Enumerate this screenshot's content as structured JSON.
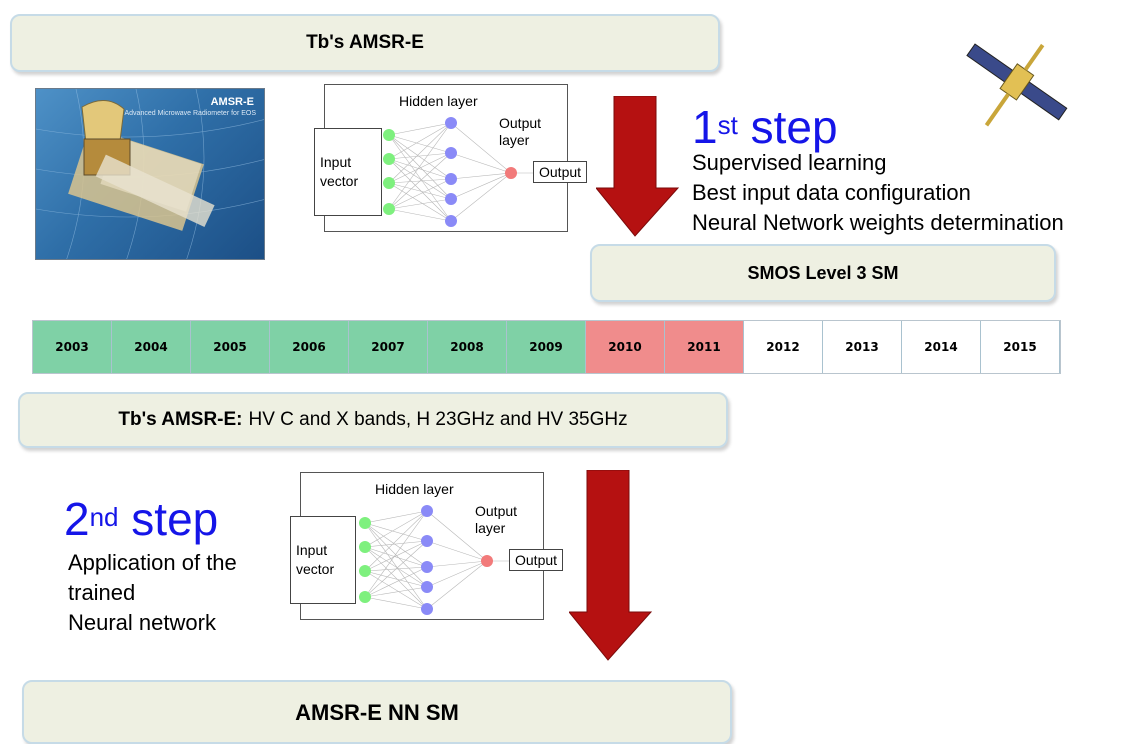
{
  "top_box": {
    "label": "Tb's AMSR-E"
  },
  "satellite_image": {
    "title": "AMSR-E",
    "subtitle": "Advanced Microwave Radiometer for EOS"
  },
  "network_1": {
    "hidden": "Hidden layer",
    "output_layer_1": "Output",
    "output_layer_2": "layer",
    "input_1": "Input",
    "input_2": "vector",
    "output": "Output"
  },
  "step1": {
    "number": "1",
    "suffix": "st",
    "word": "step",
    "lines": [
      "Supervised learning",
      "Best input data configuration",
      "Neural Network weights determination"
    ]
  },
  "smos_box": {
    "label": "SMOS Level 3 SM"
  },
  "timeline": {
    "years": [
      {
        "label": "2003",
        "status": "train"
      },
      {
        "label": "2004",
        "status": "train"
      },
      {
        "label": "2005",
        "status": "train"
      },
      {
        "label": "2006",
        "status": "train"
      },
      {
        "label": "2007",
        "status": "train"
      },
      {
        "label": "2008",
        "status": "train"
      },
      {
        "label": "2009",
        "status": "train"
      },
      {
        "label": "2010",
        "status": "valid"
      },
      {
        "label": "2011",
        "status": "valid"
      },
      {
        "label": "2012",
        "status": "future"
      },
      {
        "label": "2013",
        "status": "future"
      },
      {
        "label": "2014",
        "status": "future"
      },
      {
        "label": "2015",
        "status": "future"
      }
    ],
    "colors": {
      "train": "#7fd1a6",
      "valid": "#f08c8c",
      "future": "#ffffff"
    }
  },
  "bands_box": {
    "bold_label": "Tb's AMSR-E:",
    "text": "HV C and X bands,  H 23GHz and HV 35GHz"
  },
  "network_2": {
    "hidden": "Hidden layer",
    "output_layer_1": "Output",
    "output_layer_2": "layer",
    "input_1": "Input",
    "input_2": "vector",
    "output": "Output"
  },
  "step2": {
    "number": "2",
    "suffix": "nd",
    "word": "step",
    "lines": [
      "Application of the",
      "trained",
      "Neural network"
    ]
  },
  "final_box": {
    "label": "AMSR-E NN SM"
  },
  "colors": {
    "step_blue": "#1515e8",
    "arrow_red": "#b51111",
    "input_node": "#7ef07e",
    "hidden_node": "#8a8af7",
    "output_node": "#f27a7a"
  }
}
